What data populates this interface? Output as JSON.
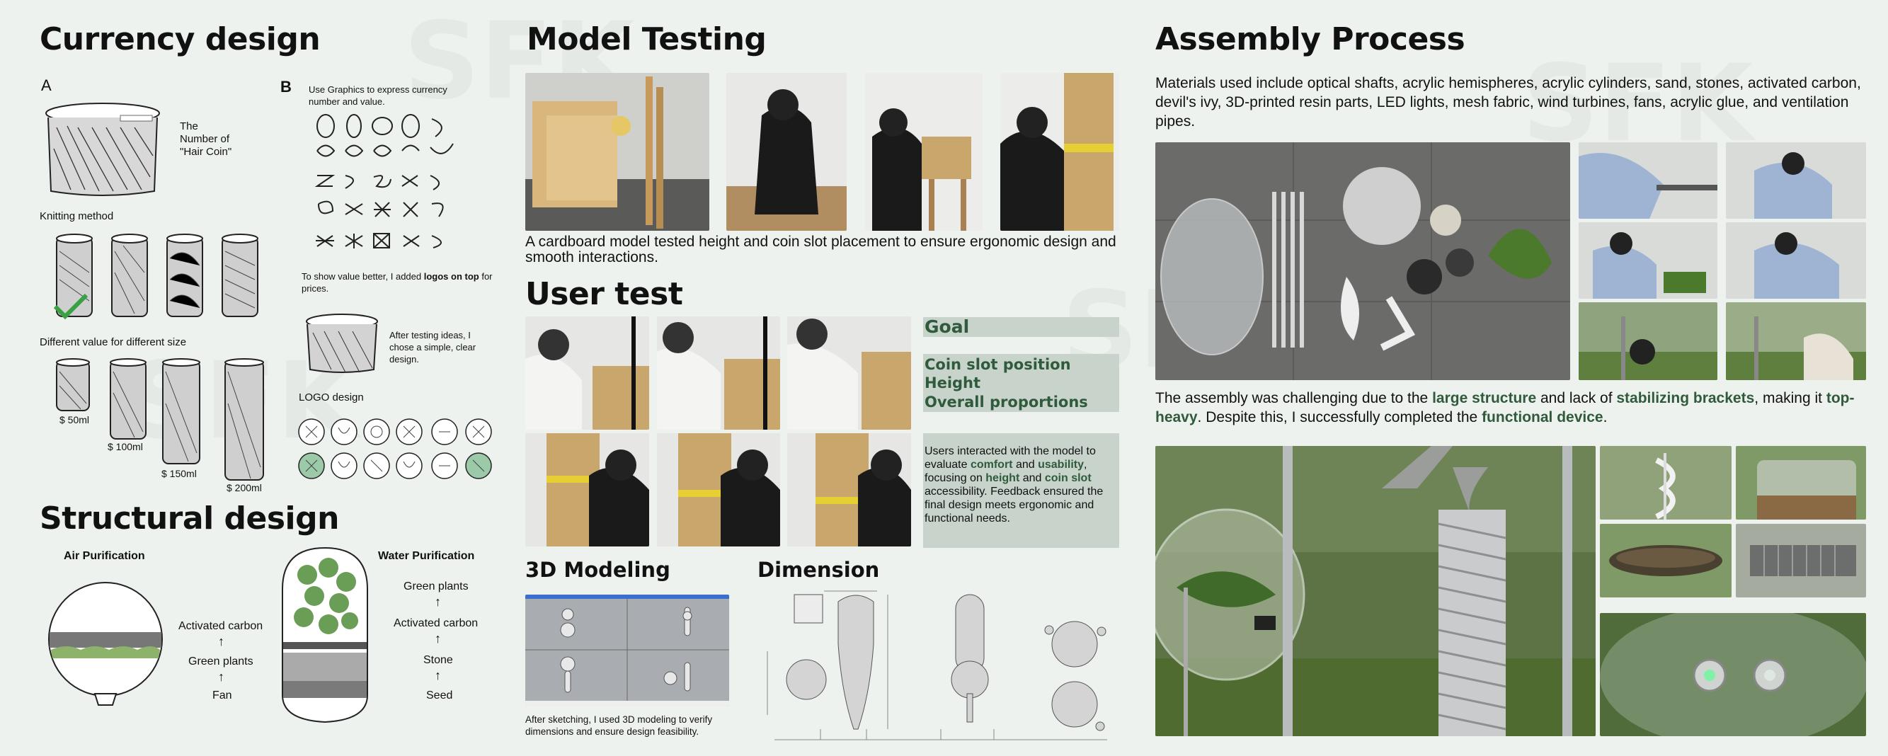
{
  "currency": {
    "title": "Currency design",
    "labelA": "A",
    "labelB": "B",
    "hairCoin": "The\nNumber of\n\"Hair Coin\"",
    "knitting": "Knitting method",
    "diffValue": "Different value for different size",
    "sizes": [
      "$ 50ml",
      "$ 100ml",
      "$ 150ml",
      "$ 200ml"
    ],
    "useGraphics": "Use Graphics to express currency number and value.",
    "showValue_pre": "To show value better, I added ",
    "showValue_bold": "logos on top",
    "showValue_post": " for prices.",
    "afterTesting": "After testing ideas, I chose a simple, clear design.",
    "logoDesign": "LOGO design"
  },
  "structural": {
    "title": "Structural design",
    "air": "Air Purification",
    "water": "Water Purification",
    "airChain": [
      "Activated carbon",
      "Green plants",
      "Fan"
    ],
    "waterChain": [
      "Green plants",
      "Activated carbon",
      "Stone",
      "Seed"
    ]
  },
  "model": {
    "title": "Model Testing",
    "caption": "A cardboard model tested height and coin slot placement to ensure ergonomic design and smooth interactions."
  },
  "user": {
    "title": "User test",
    "goal": "Goal",
    "items": [
      "Coin slot position",
      "Height",
      "Overall proportions"
    ],
    "p1": "Users interacted with the model to evaluate ",
    "b1": "comfort",
    "p2": " and ",
    "b2": "usability",
    "p3": ", focusing on ",
    "b3": "height",
    "p4": " and ",
    "b4": "coin slot",
    "p5": " accessibility. Feedback ensured the final design meets ergonomic and functional needs."
  },
  "modeling": {
    "title": "3D Modeling",
    "caption": "After sketching, I used 3D modeling to verify dimensions and ensure design feasibility."
  },
  "dimension": {
    "title": "Dimension"
  },
  "assembly": {
    "title": "Assembly Process",
    "materials": "Materials used include optical shafts, acrylic hemispheres, acrylic cylinders, sand, stones, activated carbon, devil's ivy, 3D-printed resin parts, LED lights, mesh fabric, wind turbines, fans, acrylic glue, and ventilation pipes.",
    "a1": "The assembly was challenging due to the ",
    "b1": "large structure",
    "a2": " and lack of ",
    "b2": "stabilizing brackets",
    "a3": ", making it ",
    "b3": "top-heavy",
    "a4": ". Despite this, I successfully completed the ",
    "b4": "functional device",
    "a5": "."
  },
  "colors": {
    "background": "#eef2ee",
    "accent": "#2f5a3b",
    "goalBox": "#c7d3cb"
  }
}
